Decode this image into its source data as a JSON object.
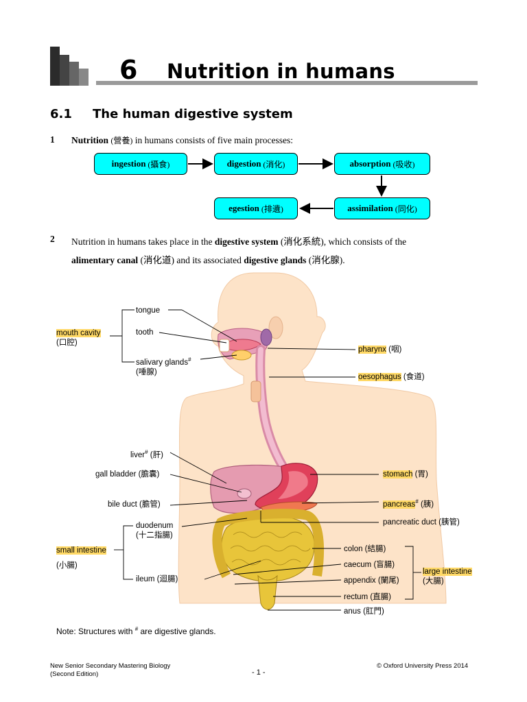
{
  "header": {
    "chapter_number": "6",
    "chapter_title": "Nutrition in humans"
  },
  "section": {
    "number": "6.1",
    "title": "The human digestive system"
  },
  "point1": {
    "number": "1",
    "term": "Nutrition",
    "term_zh": "(營養)",
    "rest": " in humans consists of five main processes:"
  },
  "flow": {
    "ingestion": {
      "label": "ingestion",
      "zh": "(攝食)"
    },
    "digestion": {
      "label": "digestion",
      "zh": "(消化)"
    },
    "absorption": {
      "label": "absorption",
      "zh": "(吸收)"
    },
    "assimilation": {
      "label": "assimilation",
      "zh": "(同化)"
    },
    "egestion": {
      "label": "egestion",
      "zh": "(排遺)"
    }
  },
  "point2": {
    "number": "2",
    "line1_a": "Nutrition in humans takes place in the ",
    "line1_b": "digestive system",
    "line1_c": " (消化系統), which consists of the",
    "line2_a": "alimentary canal",
    "line2_b": " (消化道) and its associated ",
    "line2_c": "digestive glands",
    "line2_d": " (消化腺)."
  },
  "diagram": {
    "tongue": "tongue",
    "tooth": "tooth",
    "mouth_cavity": "mouth cavity",
    "mouth_cavity_zh": "(口腔)",
    "salivary_glands": "salivary glands",
    "salivary_glands_zh": "(唾腺)",
    "pharynx": "pharynx",
    "pharynx_zh": "(咽)",
    "oesophagus": "oesophagus",
    "oesophagus_zh": "(食道)",
    "liver": "liver",
    "liver_zh": "(肝)",
    "gall_bladder": "gall bladder (膽囊)",
    "bile_duct": "bile duct (膽管)",
    "stomach": "stomach",
    "stomach_zh": "(胃)",
    "pancreas": "pancreas",
    "pancreas_zh": "(胰)",
    "pancreatic_duct": "pancreatic duct (胰管)",
    "duodenum": "duodenum",
    "duodenum_zh": "(十二指腸)",
    "small_intestine": "small intestine",
    "small_intestine_zh": "(小腸)",
    "ileum": "ileum (迴腸)",
    "colon": "colon (結腸)",
    "caecum": "caecum (盲腸)",
    "appendix": "appendix (闌尾)",
    "rectum": "rectum (直腸)",
    "anus": "anus (肛門)",
    "large_intestine": "large intestine",
    "large_intestine_zh": "(大腸)",
    "gland_mark": "#"
  },
  "note": {
    "before": "Note: Structures with ",
    "mark": "#",
    "after": " are digestive glands."
  },
  "footer": {
    "book_line1": "New Senior Secondary Mastering Biology",
    "book_line2": "(Second Edition)",
    "page": "- 1 -",
    "copyright": "© Oxford University Press 2014"
  },
  "colors": {
    "box_fill": "#00ffff",
    "highlight": "#ffd966",
    "skin": "#fde3c8",
    "intestine": "#e8c53a",
    "stomach": "#e0405a",
    "liver": "#e59bb0"
  }
}
